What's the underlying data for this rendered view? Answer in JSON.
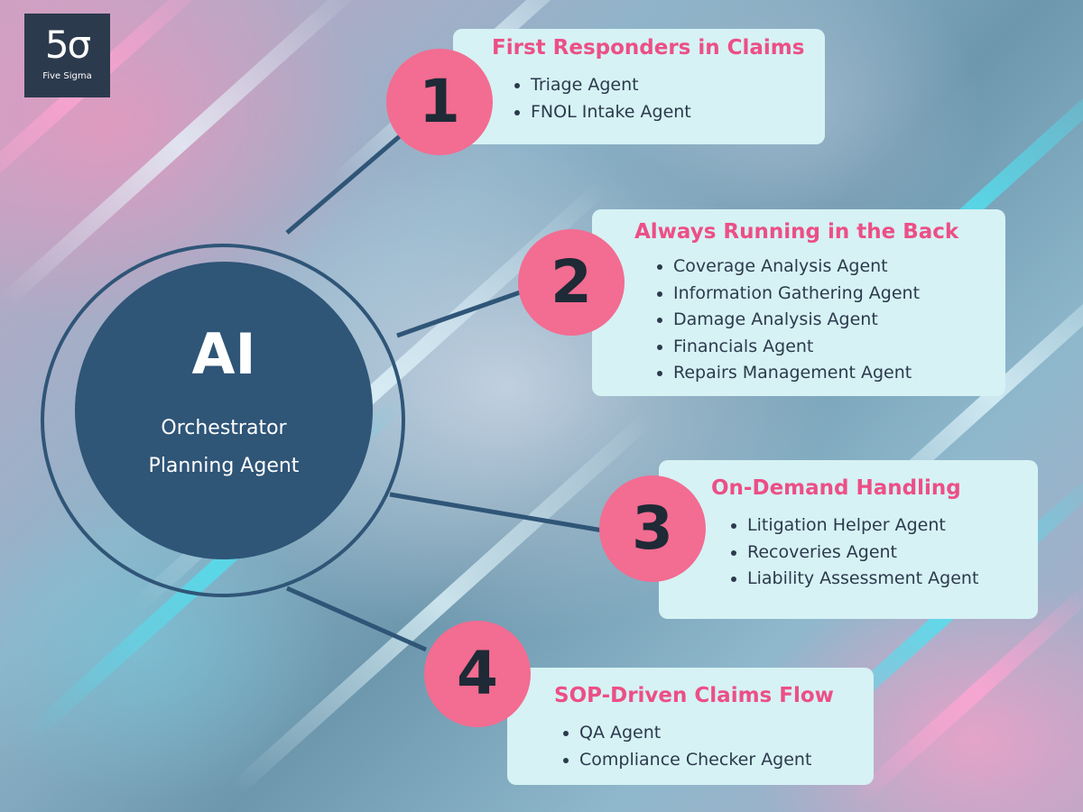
{
  "brand": {
    "logo_mark": "5σ",
    "logo_name": "Five Sigma"
  },
  "hub": {
    "title": "AI",
    "subtitle_line1": "Orchestrator",
    "subtitle_line2": "Planning Agent"
  },
  "stages": [
    {
      "number": "1",
      "title": "First Responders in Claims",
      "agents": [
        "Triage Agent",
        "FNOL Intake Agent"
      ]
    },
    {
      "number": "2",
      "title": "Always Running in the Back",
      "agents": [
        "Coverage Analysis Agent",
        "Information Gathering Agent",
        "Damage Analysis Agent",
        "Financials Agent",
        "Repairs Management Agent"
      ]
    },
    {
      "number": "3",
      "title": "On-Demand Handling",
      "agents": [
        "Litigation Helper Agent",
        "Recoveries Agent",
        "Liability Assessment Agent"
      ]
    },
    {
      "number": "4",
      "title": "SOP-Driven Claims Flow",
      "agents": [
        "QA Agent",
        "Compliance Checker Agent"
      ]
    }
  ],
  "colors": {
    "accent_pink": "#f36c91",
    "title_pink": "#ec4f86",
    "navy": "#2f5577",
    "dark_text": "#2c3a4d",
    "card_bg": "#d6f2f4"
  }
}
